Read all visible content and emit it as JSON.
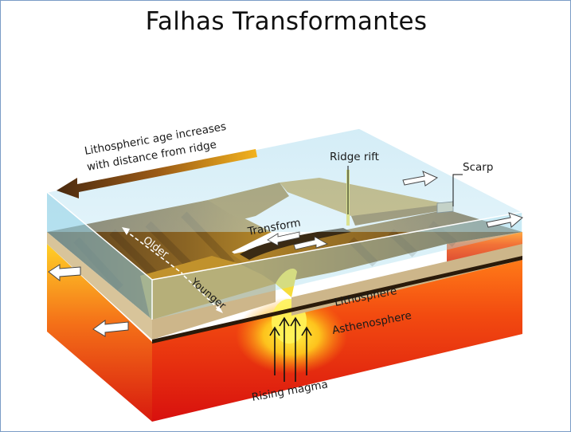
{
  "slide": {
    "title": "Falhas Transformantes"
  },
  "diagram": {
    "labels": {
      "age_line1": "Lithospheric age increases",
      "age_line2": "with distance from ridge",
      "ridge_rift": "Ridge rift",
      "scarp": "Scarp",
      "transform": "Transform",
      "older": "Older",
      "younger": "Younger",
      "lithosphere": "Lithosphere",
      "asthenosphere": "Asthenosphere",
      "rising_magma": "Rising magma"
    }
  }
}
